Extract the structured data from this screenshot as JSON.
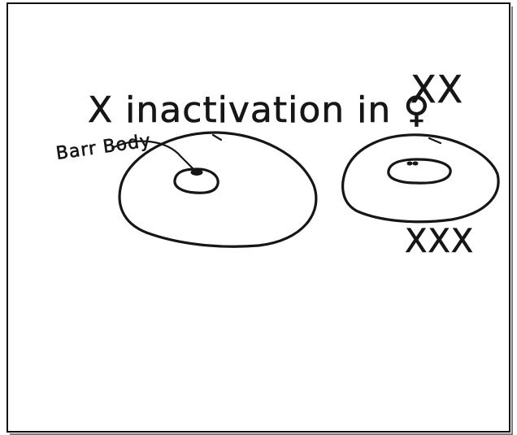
{
  "drawing": {
    "title_text": "X inactivation in ♀",
    "female_genotype": "XX",
    "triple_x_genotype": "XXX",
    "barr_body_label": "Barr Body"
  }
}
